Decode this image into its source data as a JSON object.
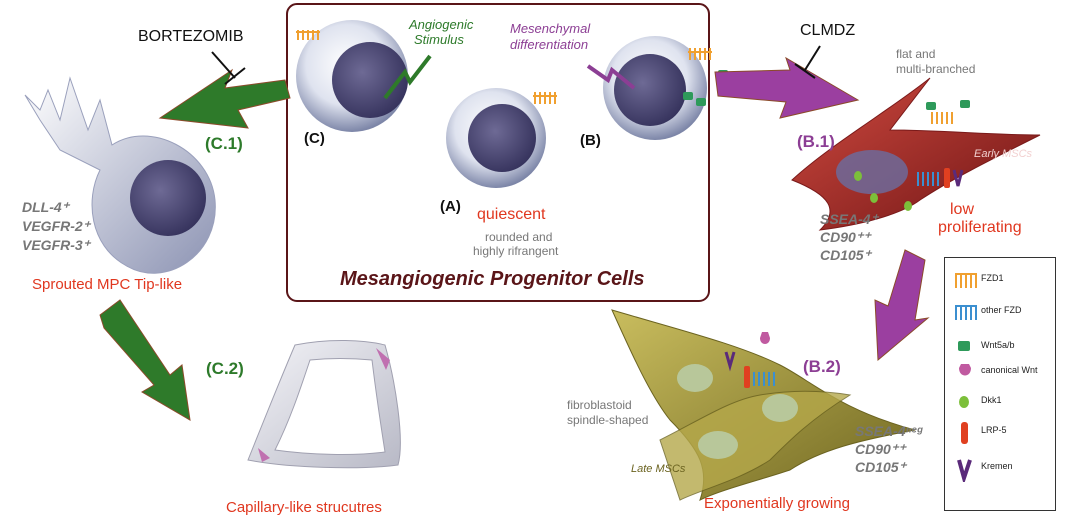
{
  "title": "Mesangiogenic Progenitor Cells",
  "drugs": {
    "left": "BORTEZOMIB",
    "right": "CLMDZ"
  },
  "center": {
    "letter_a": "(A)",
    "letter_b": "(B)",
    "letter_c": "(C)",
    "quiescent": "quiescent",
    "quiescent_desc": [
      "rounded and",
      "highly rifrangent"
    ],
    "angiogenic": [
      "Angiogenic",
      "Stimulus"
    ],
    "mesenchymal": [
      "Mesenchymal",
      "differentiation"
    ]
  },
  "left": {
    "c1": "(C.1)",
    "c2": "(C.2)",
    "markers": [
      "DLL-4⁺",
      "VEGFR-2⁺",
      "VEGFR-3⁺"
    ],
    "tip_label": "Sprouted MPC Tip-like",
    "capillary_label": "Capillary-like strucutres"
  },
  "right": {
    "b1": "(B.1)",
    "b2": "(B.2)",
    "flat": [
      "flat  and",
      "multi-branched"
    ],
    "early": "Early MSCs",
    "early_markers": [
      "SSEA-4⁺",
      "CD90⁺⁺",
      "CD105⁺"
    ],
    "low": [
      "low",
      "proliferating"
    ],
    "fibro": [
      "fibroblastoid",
      "spindle-shaped"
    ],
    "late": "Late MSCs",
    "late_markers": [
      "SSEA-4ⁿᵉᵍ",
      "CD90⁺⁺",
      "CD105⁺"
    ],
    "growing": "Exponentially growing"
  },
  "legend": [
    {
      "icon": "fzd1-receptor-icon",
      "label": "FZD1",
      "color": "#f0a030"
    },
    {
      "icon": "other-fzd-receptor-icon",
      "label": "other FZD",
      "color": "#3b8fd0"
    },
    {
      "icon": "wnt5ab-icon",
      "label": "Wnt5a/b",
      "color": "#2e9a5a"
    },
    {
      "icon": "canonical-wnt-icon",
      "label": "canonical Wnt",
      "color": "#c05aa0"
    },
    {
      "icon": "dkk1-icon",
      "label": "Dkk1",
      "color": "#7cbf3a"
    },
    {
      "icon": "lrp5-icon",
      "label": "LRP-5",
      "color": "#e04020"
    },
    {
      "icon": "kremen-icon",
      "label": "Kremen",
      "color": "#5a2a7a"
    }
  ],
  "colors": {
    "frame": "#5a1518",
    "green_arrow": "#2e7a2a",
    "purple_arrow": "#9b3fa0",
    "early_cell": "#b32a28",
    "late_cell": "#a89a3a"
  }
}
